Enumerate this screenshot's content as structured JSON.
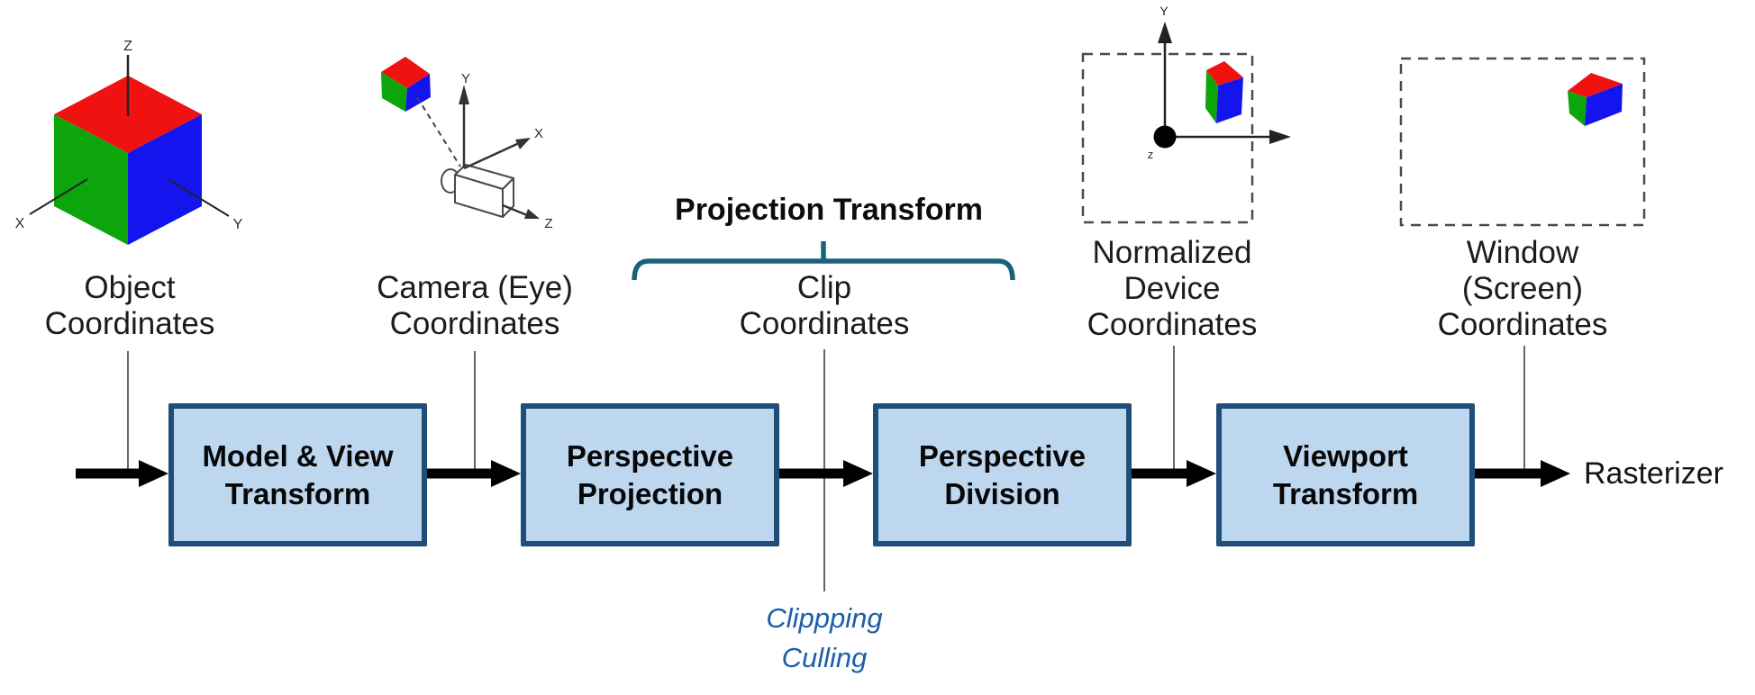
{
  "colors": {
    "cube_red": "#F01111",
    "cube_green": "#0CA60C",
    "cube_blue": "#1414EE",
    "box_fill": "#BDD7EE",
    "box_border": "#1F4E79",
    "brace": "#1A617E",
    "annotation_blue": "#1D5FA8"
  },
  "coordinate_spaces": [
    {
      "label": "Object\nCoordinates"
    },
    {
      "label": "Camera (Eye)\nCoordinates"
    },
    {
      "label": "Clip\nCoordinates"
    },
    {
      "label": "Normalized\nDevice\nCoordinates"
    },
    {
      "label": "Window\n(Screen)\nCoordinates"
    }
  ],
  "stages": [
    {
      "label": "Model & View\nTransform"
    },
    {
      "label": "Perspective\nProjection"
    },
    {
      "label": "Perspective\nDivision"
    },
    {
      "label": "Viewport\nTransform"
    }
  ],
  "annotations": {
    "projection_transform": "Projection Transform",
    "clipping_culling": "Clippping\nCulling",
    "rasterizer": "Rasterizer"
  },
  "axis_labels": {
    "object": {
      "up": "Z",
      "left": "X",
      "right": "Y"
    },
    "camera": {
      "up": "Y",
      "right": "X",
      "forward": "Z"
    },
    "ndc": {
      "up": "Y",
      "origin": "z"
    }
  }
}
